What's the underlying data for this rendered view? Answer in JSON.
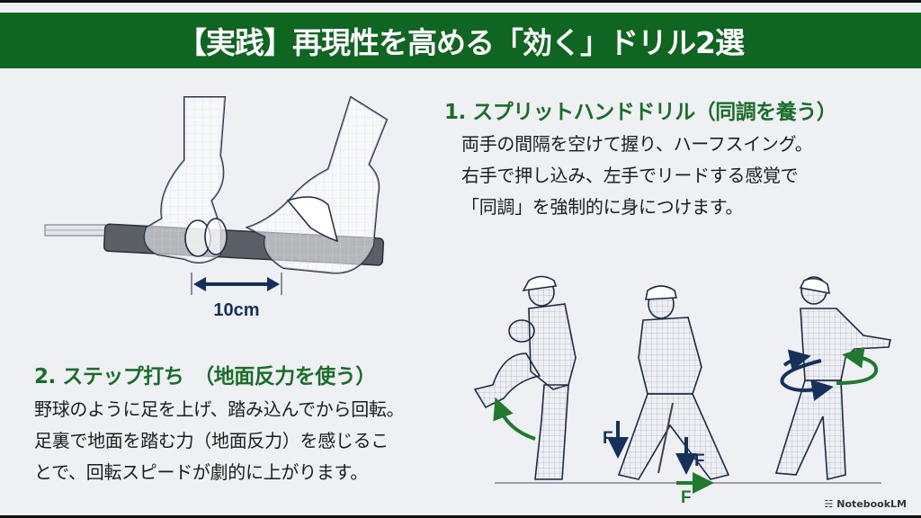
{
  "banner": {
    "title": "【実践】再現性を高める「効く」ドリル2選"
  },
  "drill1": {
    "heading": "1. スプリットハンドドリル（同調を養う）",
    "lines": [
      "両手の間隔を空けて握り、ハーフスイング。",
      "右手で押し込み、左手でリードする感覚で",
      "「同調」を強制的に身につけます。"
    ],
    "illustration": {
      "type": "split-hand-grip",
      "gap_label": "10cm"
    }
  },
  "drill2": {
    "heading": "2. ステップ打ち　（地面反力を使う）",
    "lines": [
      "野球のように足を上げ、踏み込んでから回転。",
      "足裏で地面を踏む力（地面反力）を感じるこ",
      "とで、回転スピードが劇的に上がります。"
    ],
    "illustration": {
      "type": "step-swing-sequence",
      "force_labels": [
        "F",
        "F",
        "F"
      ]
    }
  },
  "colors": {
    "banner": "#0e6620",
    "heading": "#1b6e2a",
    "navy_arrow": "#14315a",
    "green_arrow": "#1f7a2e",
    "background": "#eef0f3"
  },
  "footer": {
    "brand": "NotebookLM"
  }
}
